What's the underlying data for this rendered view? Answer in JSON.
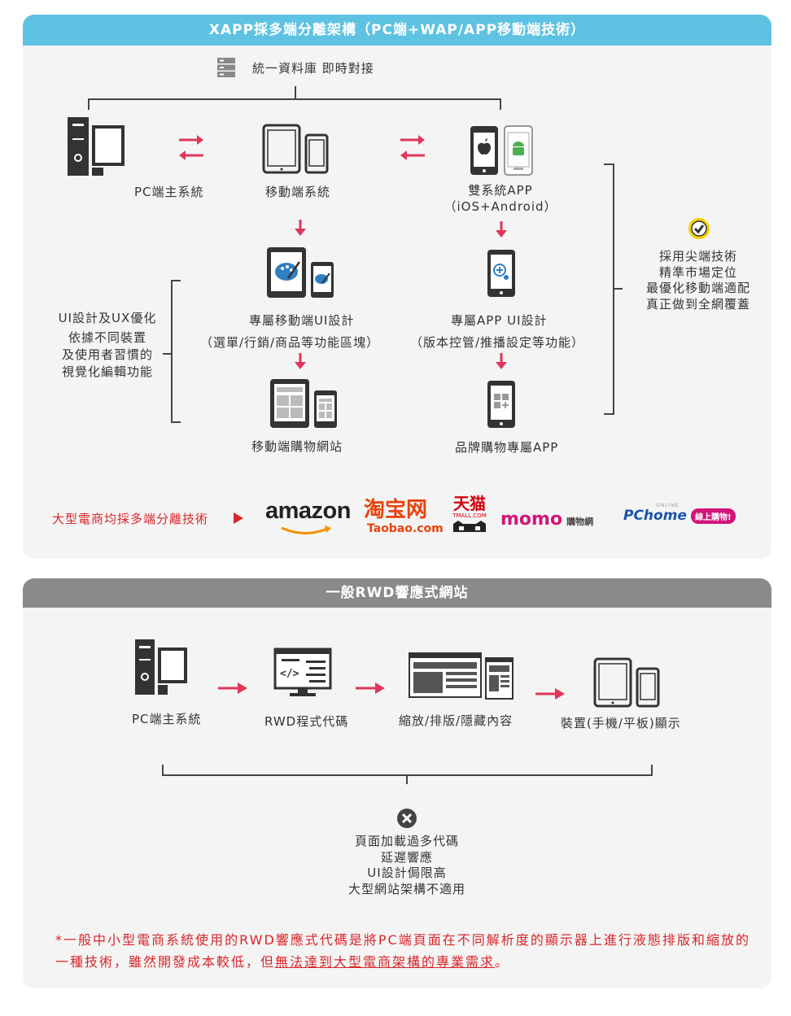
{
  "section1": {
    "title": "XAPP採多端分離架構（PC端+WAP/APP移動端技術）",
    "db_label": "統一資料庫 即時對接",
    "pc_label": "PC端主系統",
    "mobile_label": "移動端系統",
    "dual_app_label": [
      "雙系統APP",
      "（iOS+Android）"
    ],
    "mobile_ui_label": [
      "專屬移動端UI設計",
      "（選單/行銷/商品等功能區塊）"
    ],
    "app_ui_label": [
      "專屬APP UI設計",
      "（版本控管/推播設定等功能）"
    ],
    "mobile_shop_label": "移動端購物網站",
    "brand_app_label": "品牌購物專屬APP",
    "left_note": [
      "UI設計及UX優化",
      "依據不同裝置",
      "及使用者習慣的",
      "視覺化編輯功能"
    ],
    "right_note": [
      "採用尖端技術",
      "精準市場定位",
      "最優化移動端適配",
      "真正做到全網覆蓋"
    ],
    "ecommerce_label": "大型電商均採多端分離技術",
    "logos": {
      "amazon": "amazon",
      "taobao_cn": "淘宝网",
      "taobao_en": "Taobao.com",
      "tmall_cn": "天猫",
      "tmall_en": "TMALL.COM",
      "momo": "momo",
      "momo_suffix": "購物網",
      "pchome": "PChome",
      "pchome_small": "ONLINE",
      "pchome_badge": "線上購物!"
    },
    "colors": {
      "banner": "#5ec3e2",
      "arrow": "#e0365a",
      "accent_red": "#d9262b"
    }
  },
  "section2": {
    "title": "一般RWD響應式網站",
    "pc_label": "PC端主系統",
    "rwd_label": "RWD程式代碼",
    "scale_label": "縮放/排版/隱藏內容",
    "device_label": "裝置(手機/平板)顯示",
    "cons": [
      "頁面加載過多代碼",
      "延遲響應",
      "UI設計侷限高",
      "大型網站架構不適用"
    ],
    "footnote_pre": "*一般中小型電商系統使用的RWD響應式代碼是將PC端頁面在不同解析度的顯示器上進行液態排版和縮放的一種技術，雖然開發成本較低，但",
    "footnote_underlined": "無法達到大型電商架構的專業需求",
    "footnote_post": "。",
    "colors": {
      "banner": "#8a8a8a"
    }
  }
}
